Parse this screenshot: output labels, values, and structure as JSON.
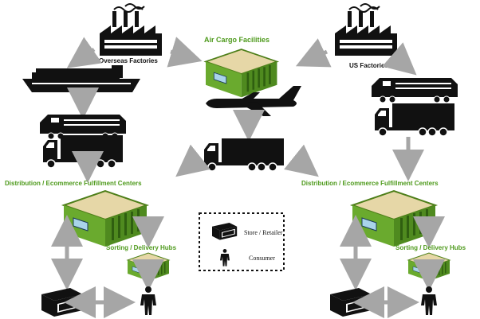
{
  "labels": {
    "overseas_factories": "Overseas Factories",
    "us_factories": "US Factories",
    "air_cargo": "Air Cargo Facilities",
    "dist_left": "Distribution / Ecommerce Fulfillment Centers",
    "dist_right": "Distribution / Ecommerce Fulfillment Centers",
    "sort_left": "Sorting / Delivery Hubs",
    "sort_right": "Sorting / Delivery Hubs"
  },
  "legend": {
    "store": "Store / Retailer",
    "consumer": "Consumer"
  },
  "colors": {
    "green_label": "#4e9a1c",
    "roof_green": "#6aaa2e",
    "roof_tan": "#e6d7a7",
    "arrow_gray": "#a6a6a6",
    "black": "#111111"
  }
}
